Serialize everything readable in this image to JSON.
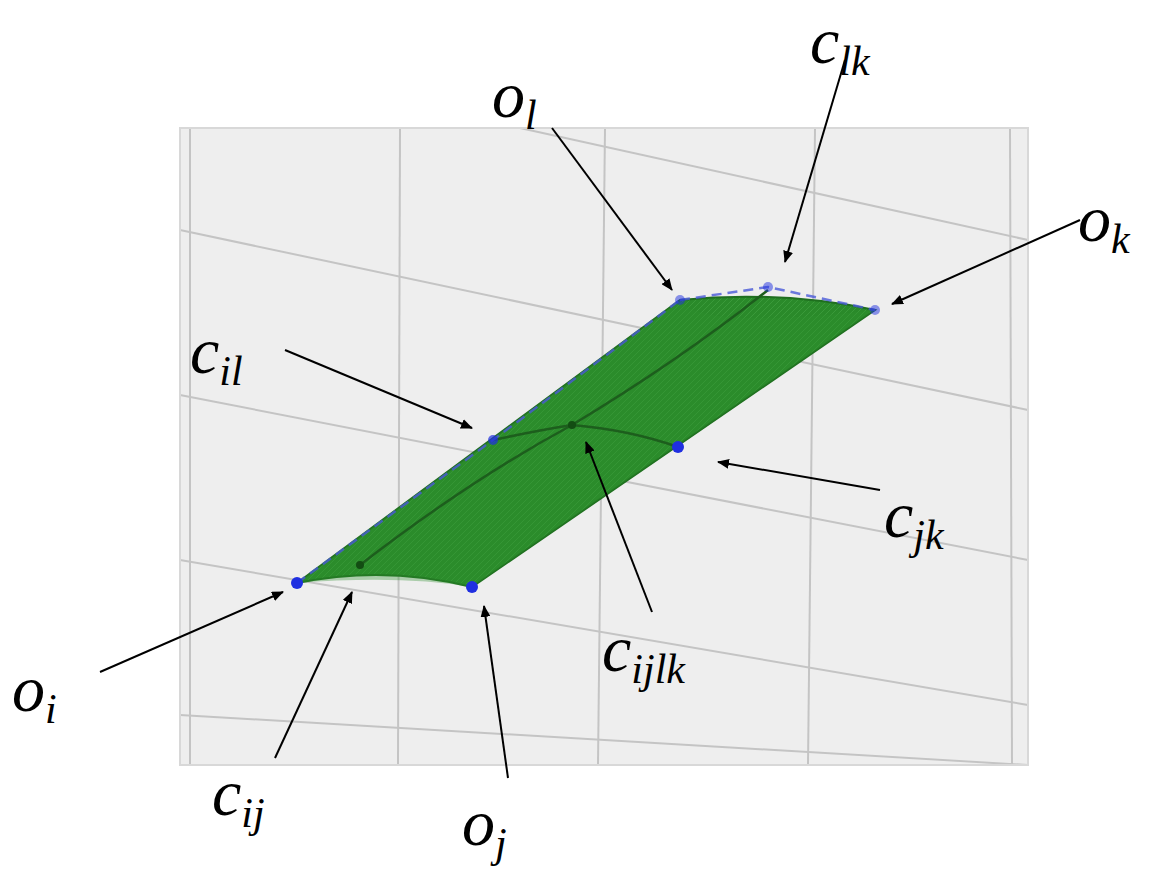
{
  "diagram": {
    "labels": [
      "ol",
      "clk",
      "ok",
      "cil",
      "cjk",
      "oi",
      "cij",
      "cijlk",
      "oj"
    ]
  }
}
